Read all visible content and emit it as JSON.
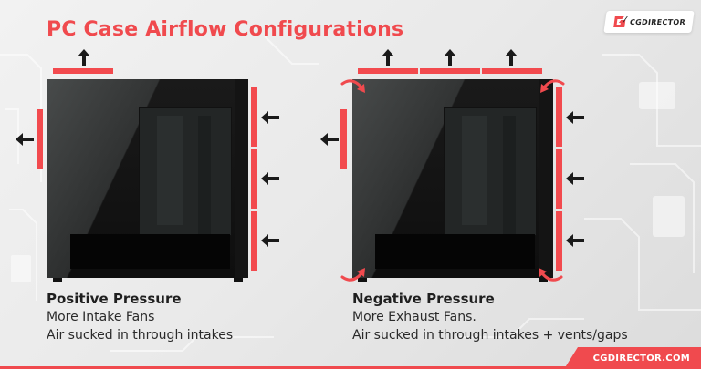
{
  "title": "PC Case Airflow Configurations",
  "logo": {
    "text": "CGDIRECTOR",
    "icon": "cgdirector-logo-icon"
  },
  "colors": {
    "accent": "#f04a4e",
    "fan_bar": "#f24a4e",
    "arrow": "#1a1a1a",
    "case": "#0c0c0c"
  },
  "diagrams": [
    {
      "id": "positive",
      "heading": "Positive Pressure",
      "lines": [
        "More Intake Fans",
        "Air sucked in through intakes"
      ],
      "fans": {
        "top_exhaust": 1,
        "rear_exhaust": 1,
        "front_intake": 3
      }
    },
    {
      "id": "negative",
      "heading": "Negative Pressure",
      "lines": [
        "More Exhaust Fans.",
        "Air sucked in through intakes + vents/gaps"
      ],
      "fans": {
        "top_exhaust": 3,
        "rear_exhaust": 1,
        "front_intake": 3,
        "gap_inflow_arrows": 4
      }
    }
  ],
  "footer": {
    "site": "CGDIRECTOR.COM"
  }
}
